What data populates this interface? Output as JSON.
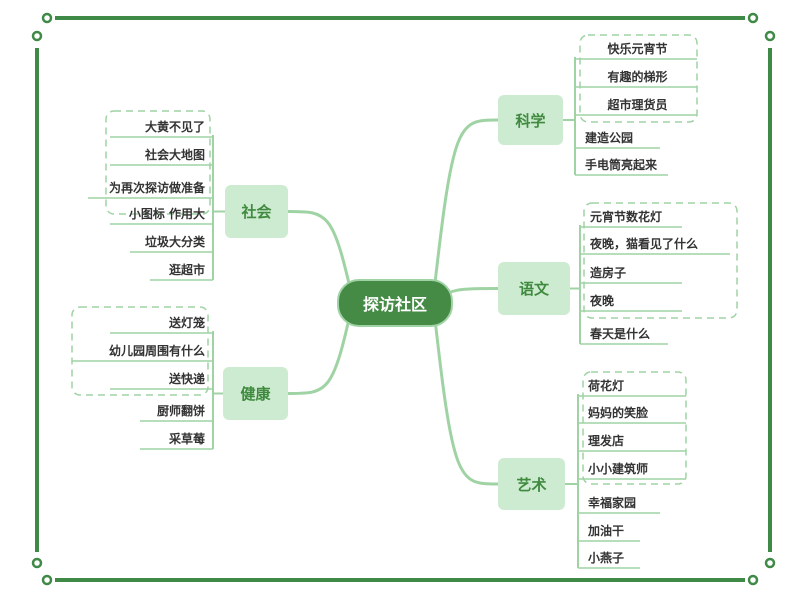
{
  "center": "探访社区",
  "colors": {
    "frame": "#3f8a46",
    "branch": "#9fd3a4",
    "node_bg": "#cdebd0",
    "node_text": "#3f8a3f",
    "center_bg": "#458a45"
  },
  "branches": [
    {
      "id": "science",
      "label": "科学",
      "side": "right",
      "items": [
        "快乐元宵节",
        "有趣的梯形",
        "超市理货员",
        "建造公园",
        "手电筒亮起来"
      ],
      "grouped": 3
    },
    {
      "id": "chinese",
      "label": "语文",
      "side": "right",
      "items": [
        "元宵节数花灯",
        "夜晚，猫看见了什么",
        "造房子",
        "夜晚",
        "春天是什么"
      ],
      "grouped": 4
    },
    {
      "id": "art",
      "label": "艺术",
      "side": "right",
      "items": [
        "荷花灯",
        "妈妈的笑脸",
        "理发店",
        "小小建筑师",
        "幸福家园",
        "加油干",
        "小燕子"
      ],
      "grouped": 4
    },
    {
      "id": "society",
      "label": "社会",
      "side": "left",
      "items": [
        "大黄不见了",
        "社会大地图",
        "为再次探访做准备",
        "小图标 作用大",
        "垃圾大分类",
        "逛超市"
      ],
      "grouped": 2
    },
    {
      "id": "health",
      "label": "健康",
      "side": "left",
      "items": [
        "送灯笼",
        "幼儿园周围有什么",
        "送快递",
        "厨师翻饼",
        "采草莓"
      ],
      "grouped": 3
    }
  ]
}
